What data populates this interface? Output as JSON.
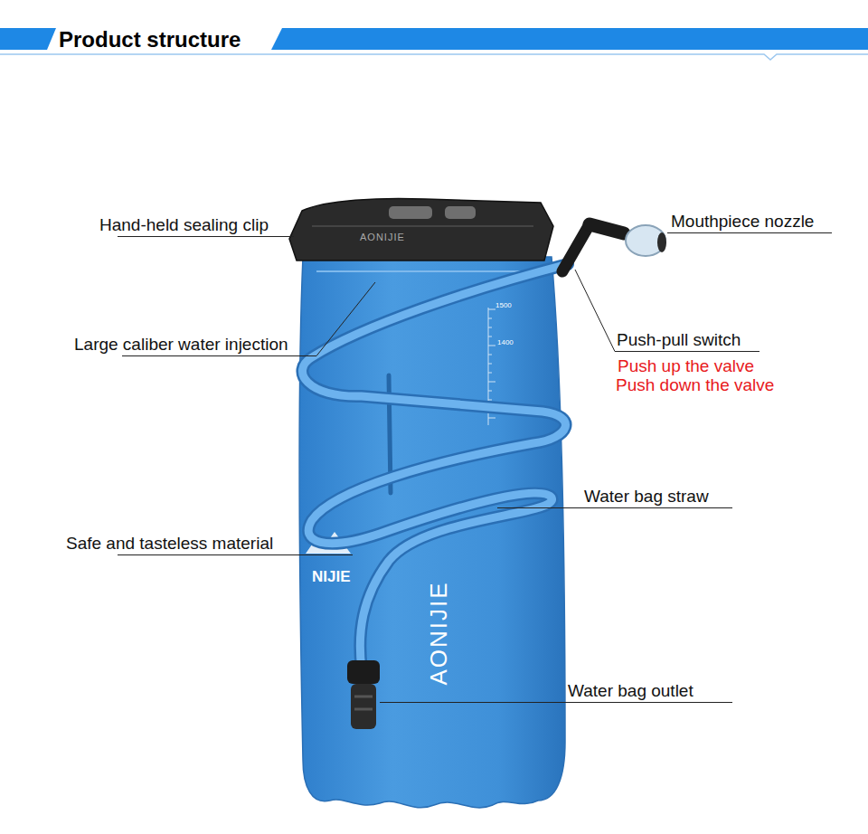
{
  "diagram": {
    "title": "Product structure",
    "labels": [
      "Hand-held sealing clip",
      "AONIJIE",
      "Mouthpiece nozzle",
      "Large caliber water injection",
      "1500",
      "1400",
      "Push-pull switch",
      "Push up the valve",
      "Push down the valve",
      "Water bag straw",
      "NIJIE",
      "Safe and tasteless material",
      "AONIJIE",
      "Water bag outlet"
    ]
  }
}
